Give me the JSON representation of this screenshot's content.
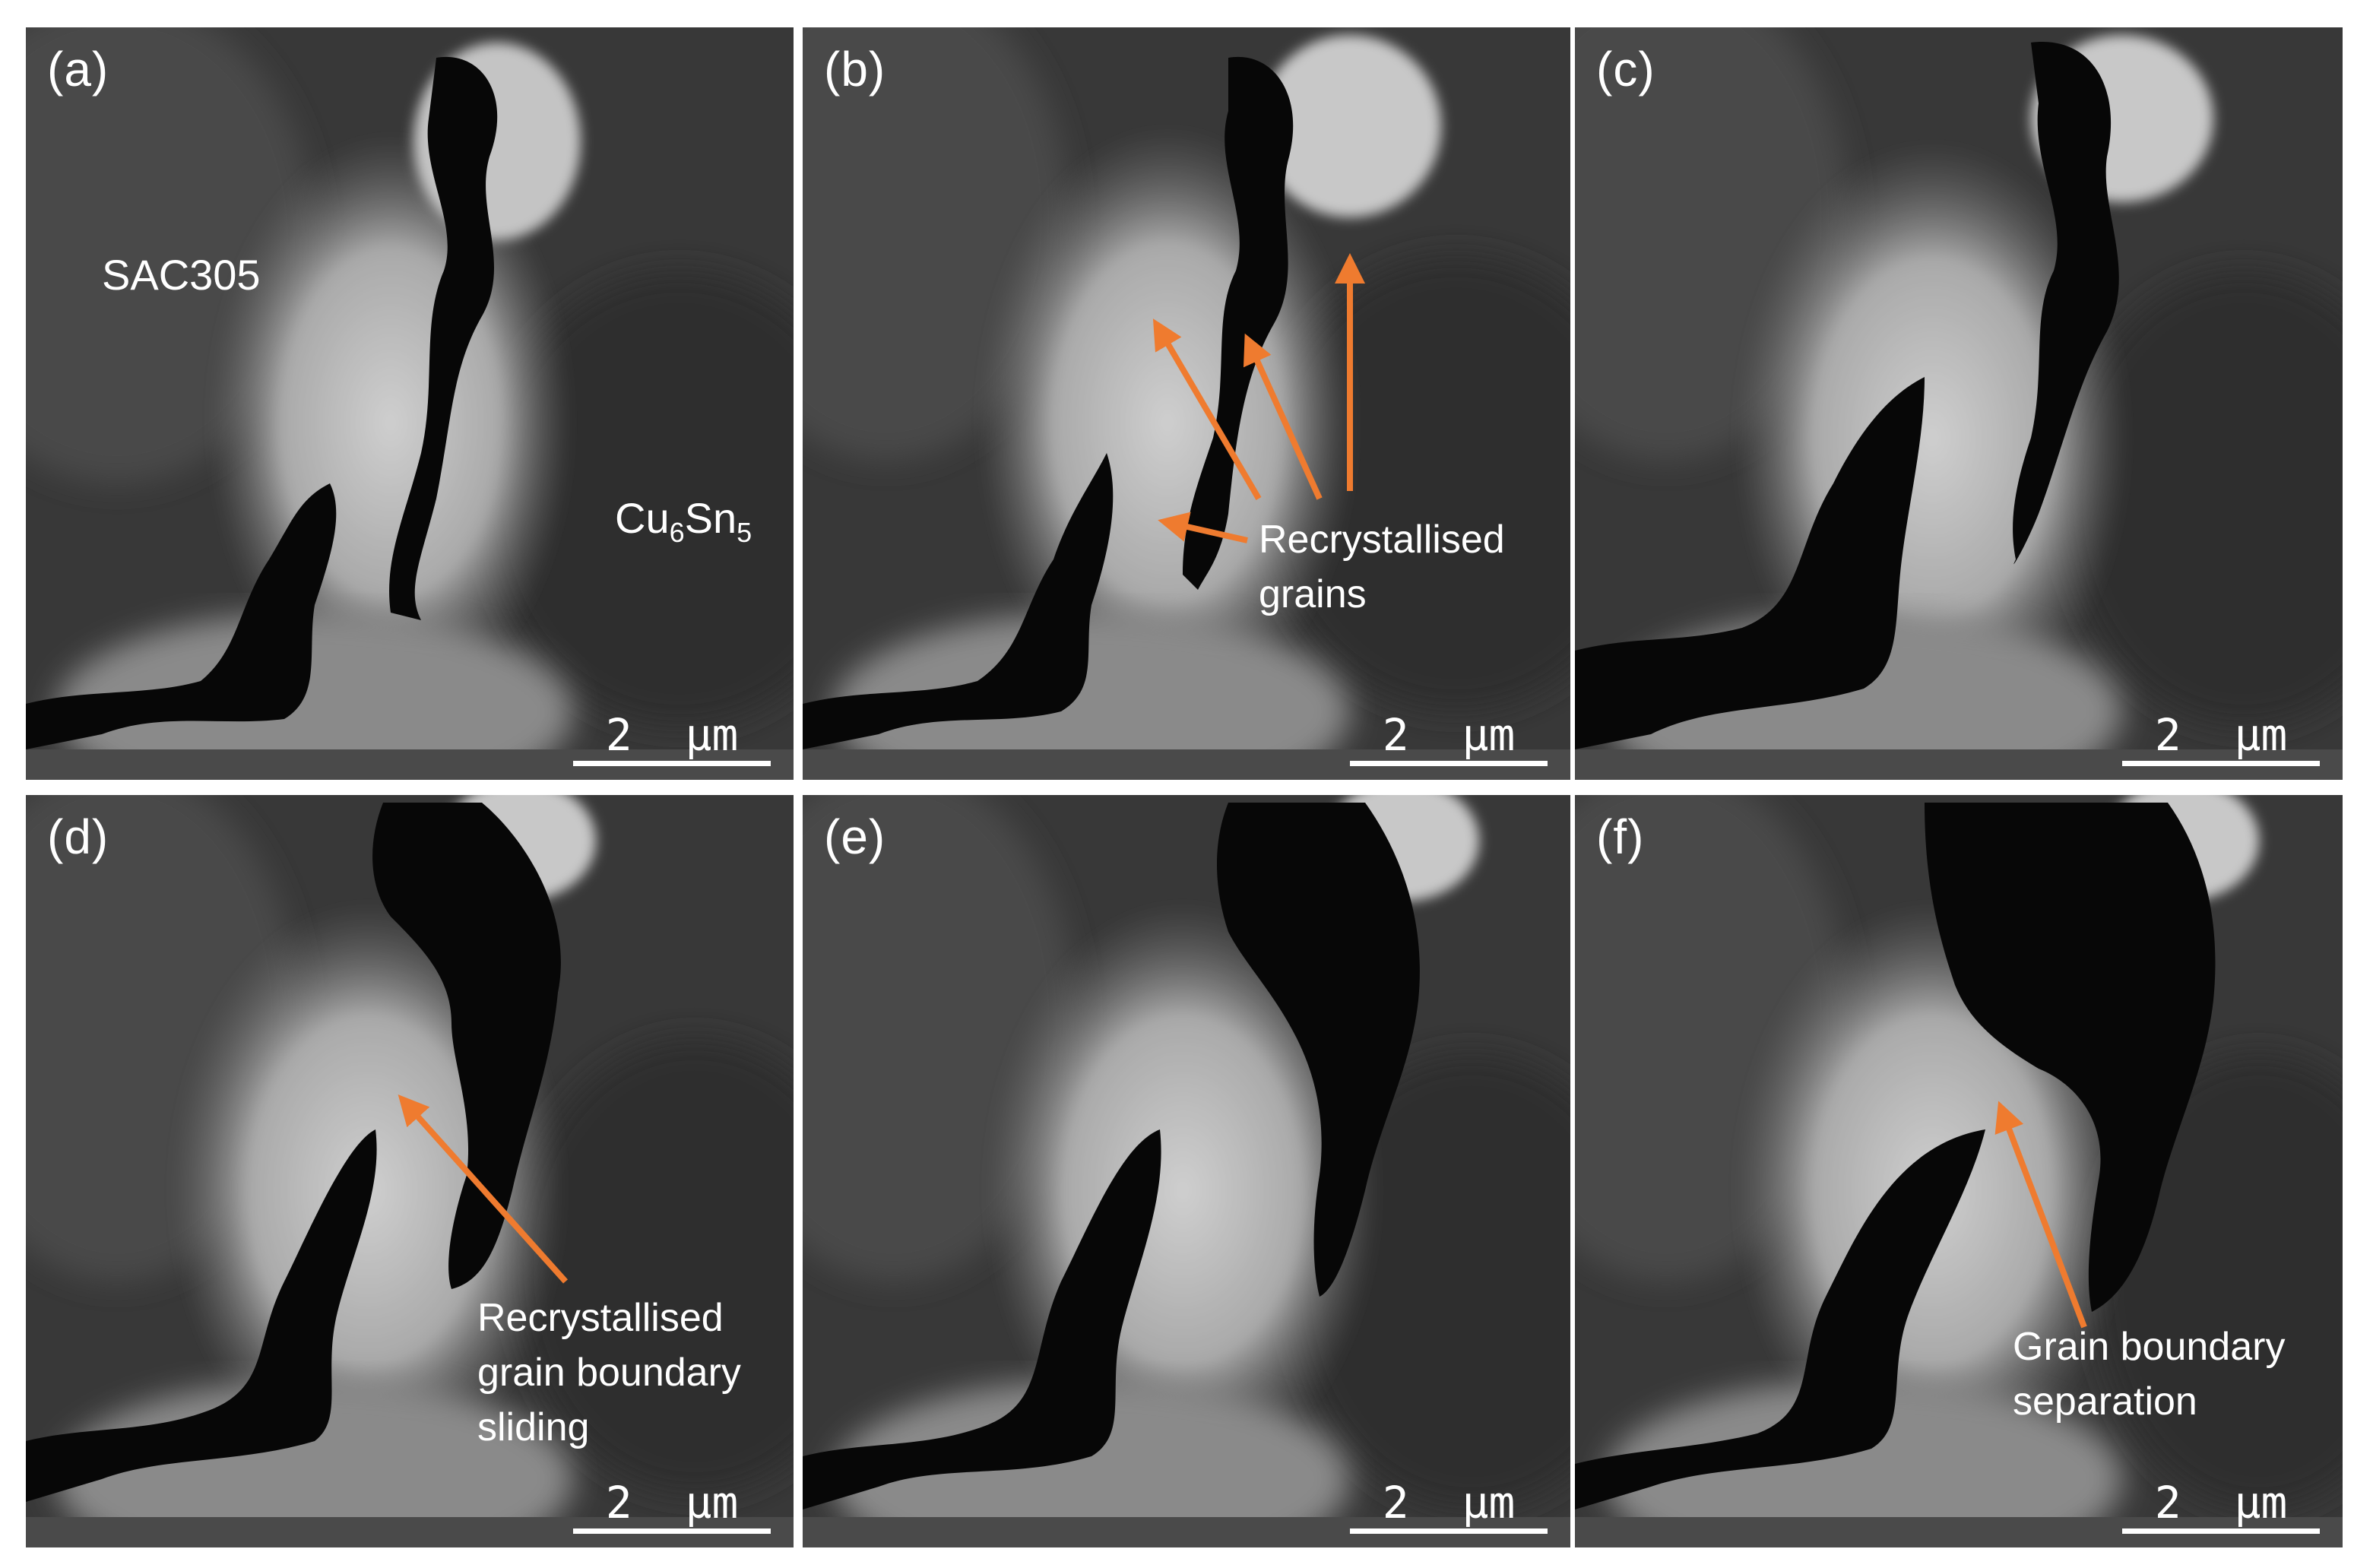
{
  "colors": {
    "arrow": "#ef7b2f",
    "background": "#ffffff",
    "text": "#ffffff"
  },
  "panels": [
    {
      "label": "(a)",
      "scalebar": "2  μm"
    },
    {
      "label": "(b)",
      "scalebar": "2  μm"
    },
    {
      "label": "(c)",
      "scalebar": "2  μm"
    },
    {
      "label": "(d)",
      "scalebar": "2  μm"
    },
    {
      "label": "(e)",
      "scalebar": "2  μm"
    },
    {
      "label": "(f)",
      "scalebar": "2  μm"
    }
  ],
  "annotations": {
    "sac305": "SAC305",
    "cu_main": "Cu",
    "cu_sub": "6",
    "sn_main": "Sn",
    "sn_sub": "5",
    "recrystallised_grains_line1": "Recrystallised",
    "recrystallised_grains_line2": "grains",
    "gbs_line1": "Recrystallised",
    "gbs_line2": "grain boundary",
    "gbs_line3": "sliding",
    "gbsep_line1": "Grain boundary",
    "gbsep_line2": "separation"
  }
}
